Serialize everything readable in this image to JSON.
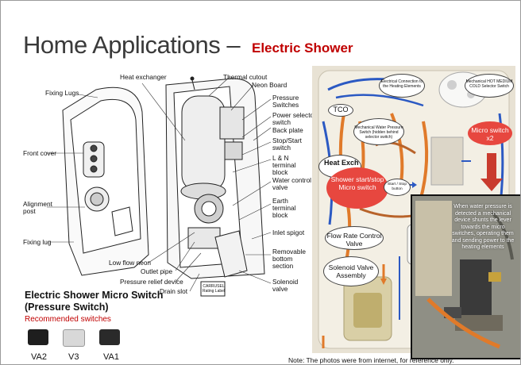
{
  "title": "Home Applications –",
  "subtitle": "Electric Shower",
  "diagram_labels": {
    "heat_exchanger": "Heat exchanger",
    "thermal_cutout": "Thermal cutout",
    "neon_board": "Neon Board",
    "fixing_lugs": "Fixing Lugs",
    "pressure_switches": "Pressure Switches",
    "power_selector_switch": "Power selector switch",
    "back_plate": "Back plate",
    "stop_start_switch": "Stop/Start switch",
    "front_cover": "Front cover",
    "l_n_terminal_block": "L & N terminal block",
    "water_control_valve": "Water control valve",
    "earth_terminal_block": "Earth terminal block",
    "alignment_post": "Alignment post",
    "inlet_spigot": "Inlet spigot",
    "fixing_lug": "Fixing lug",
    "removable_bottom_section": "Removable bottom section",
    "low_flow_neon": "Low flow neon",
    "outlet_pipe": "Outlet pipe",
    "pressure_relief_device": "Pressure relief device",
    "solenoid_valve": "Solenoid valve",
    "drain_slot": "Drain slot",
    "rating_label": "CARRUSEL Rating Label"
  },
  "micro_switch": {
    "title_line1": "Electric Shower Micro Switch",
    "title_line2": "(Pressure Switch)",
    "recommended": "Recommended switches",
    "switches": [
      {
        "label": "VA2",
        "color": "#1e1e1e"
      },
      {
        "label": "V3",
        "color": "#d8d8d8"
      },
      {
        "label": "VA1",
        "color": "#2a2a2a"
      }
    ]
  },
  "photo_labels": {
    "electrical_connection": "Electrical Connection to the Heating Elements",
    "mechanical_selector": "Mechanical HOT MEDIUM COLD Selector Switch",
    "tco": "TCO",
    "mechanical_water_pressure": "Mechanical Water Pressure Switch (hidden behind selector switch)",
    "micro_switch_x2": "Micro switch x2",
    "heat_exchanger": "Heat Exch",
    "shower_start_stop": "Shower start/stop Micro switch",
    "start_stop_button": "Start / Stop button",
    "flow_rate_control_valve": "Flow Rate Control Valve",
    "solenoid_valve_assembly": "Solenoid Valve Assembly",
    "inset_text": "When water pressure is detected a mechanical device shunts the lever towards the micro switches, operating them and sending power to the heating elements"
  },
  "note": "Note: The photos were from internet, for reference only.",
  "colors": {
    "title": "#3a3a3a",
    "accent_red": "#c00000",
    "bubble_red": "#e7473f",
    "pipe_orange": "#e07a2a",
    "pipe_blue": "#2b59c3"
  }
}
